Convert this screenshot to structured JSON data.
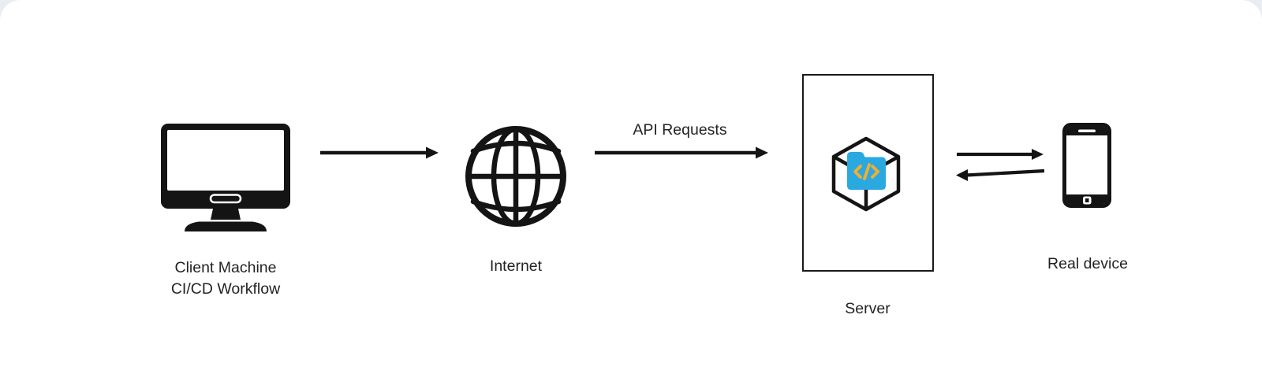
{
  "diagram": {
    "nodes": [
      {
        "id": "client",
        "icon": "monitor-icon",
        "label_lines": [
          "Client Machine",
          "CI/CD Workflow"
        ]
      },
      {
        "id": "internet",
        "icon": "globe-icon",
        "label_lines": [
          "Internet"
        ]
      },
      {
        "id": "server",
        "icon": "code-folder-cube-icon",
        "label_lines": [
          "Server"
        ]
      },
      {
        "id": "device",
        "icon": "smartphone-icon",
        "label_lines": [
          "Real device"
        ]
      }
    ],
    "edges": [
      {
        "from": "client",
        "to": "internet",
        "label": "",
        "direction": "right"
      },
      {
        "from": "internet",
        "to": "server",
        "label": "API Requests",
        "direction": "right"
      },
      {
        "from": "server",
        "to": "device",
        "label": "",
        "direction": "right"
      },
      {
        "from": "device",
        "to": "server",
        "label": "",
        "direction": "left"
      }
    ],
    "colors": {
      "stroke_black": "#141414",
      "folder_blue": "#29A9E0",
      "code_glyph_yellow": "#F1AE33",
      "text": "#232323",
      "canvas_white": "#ffffff",
      "page_background": "#e9ecf1"
    }
  }
}
